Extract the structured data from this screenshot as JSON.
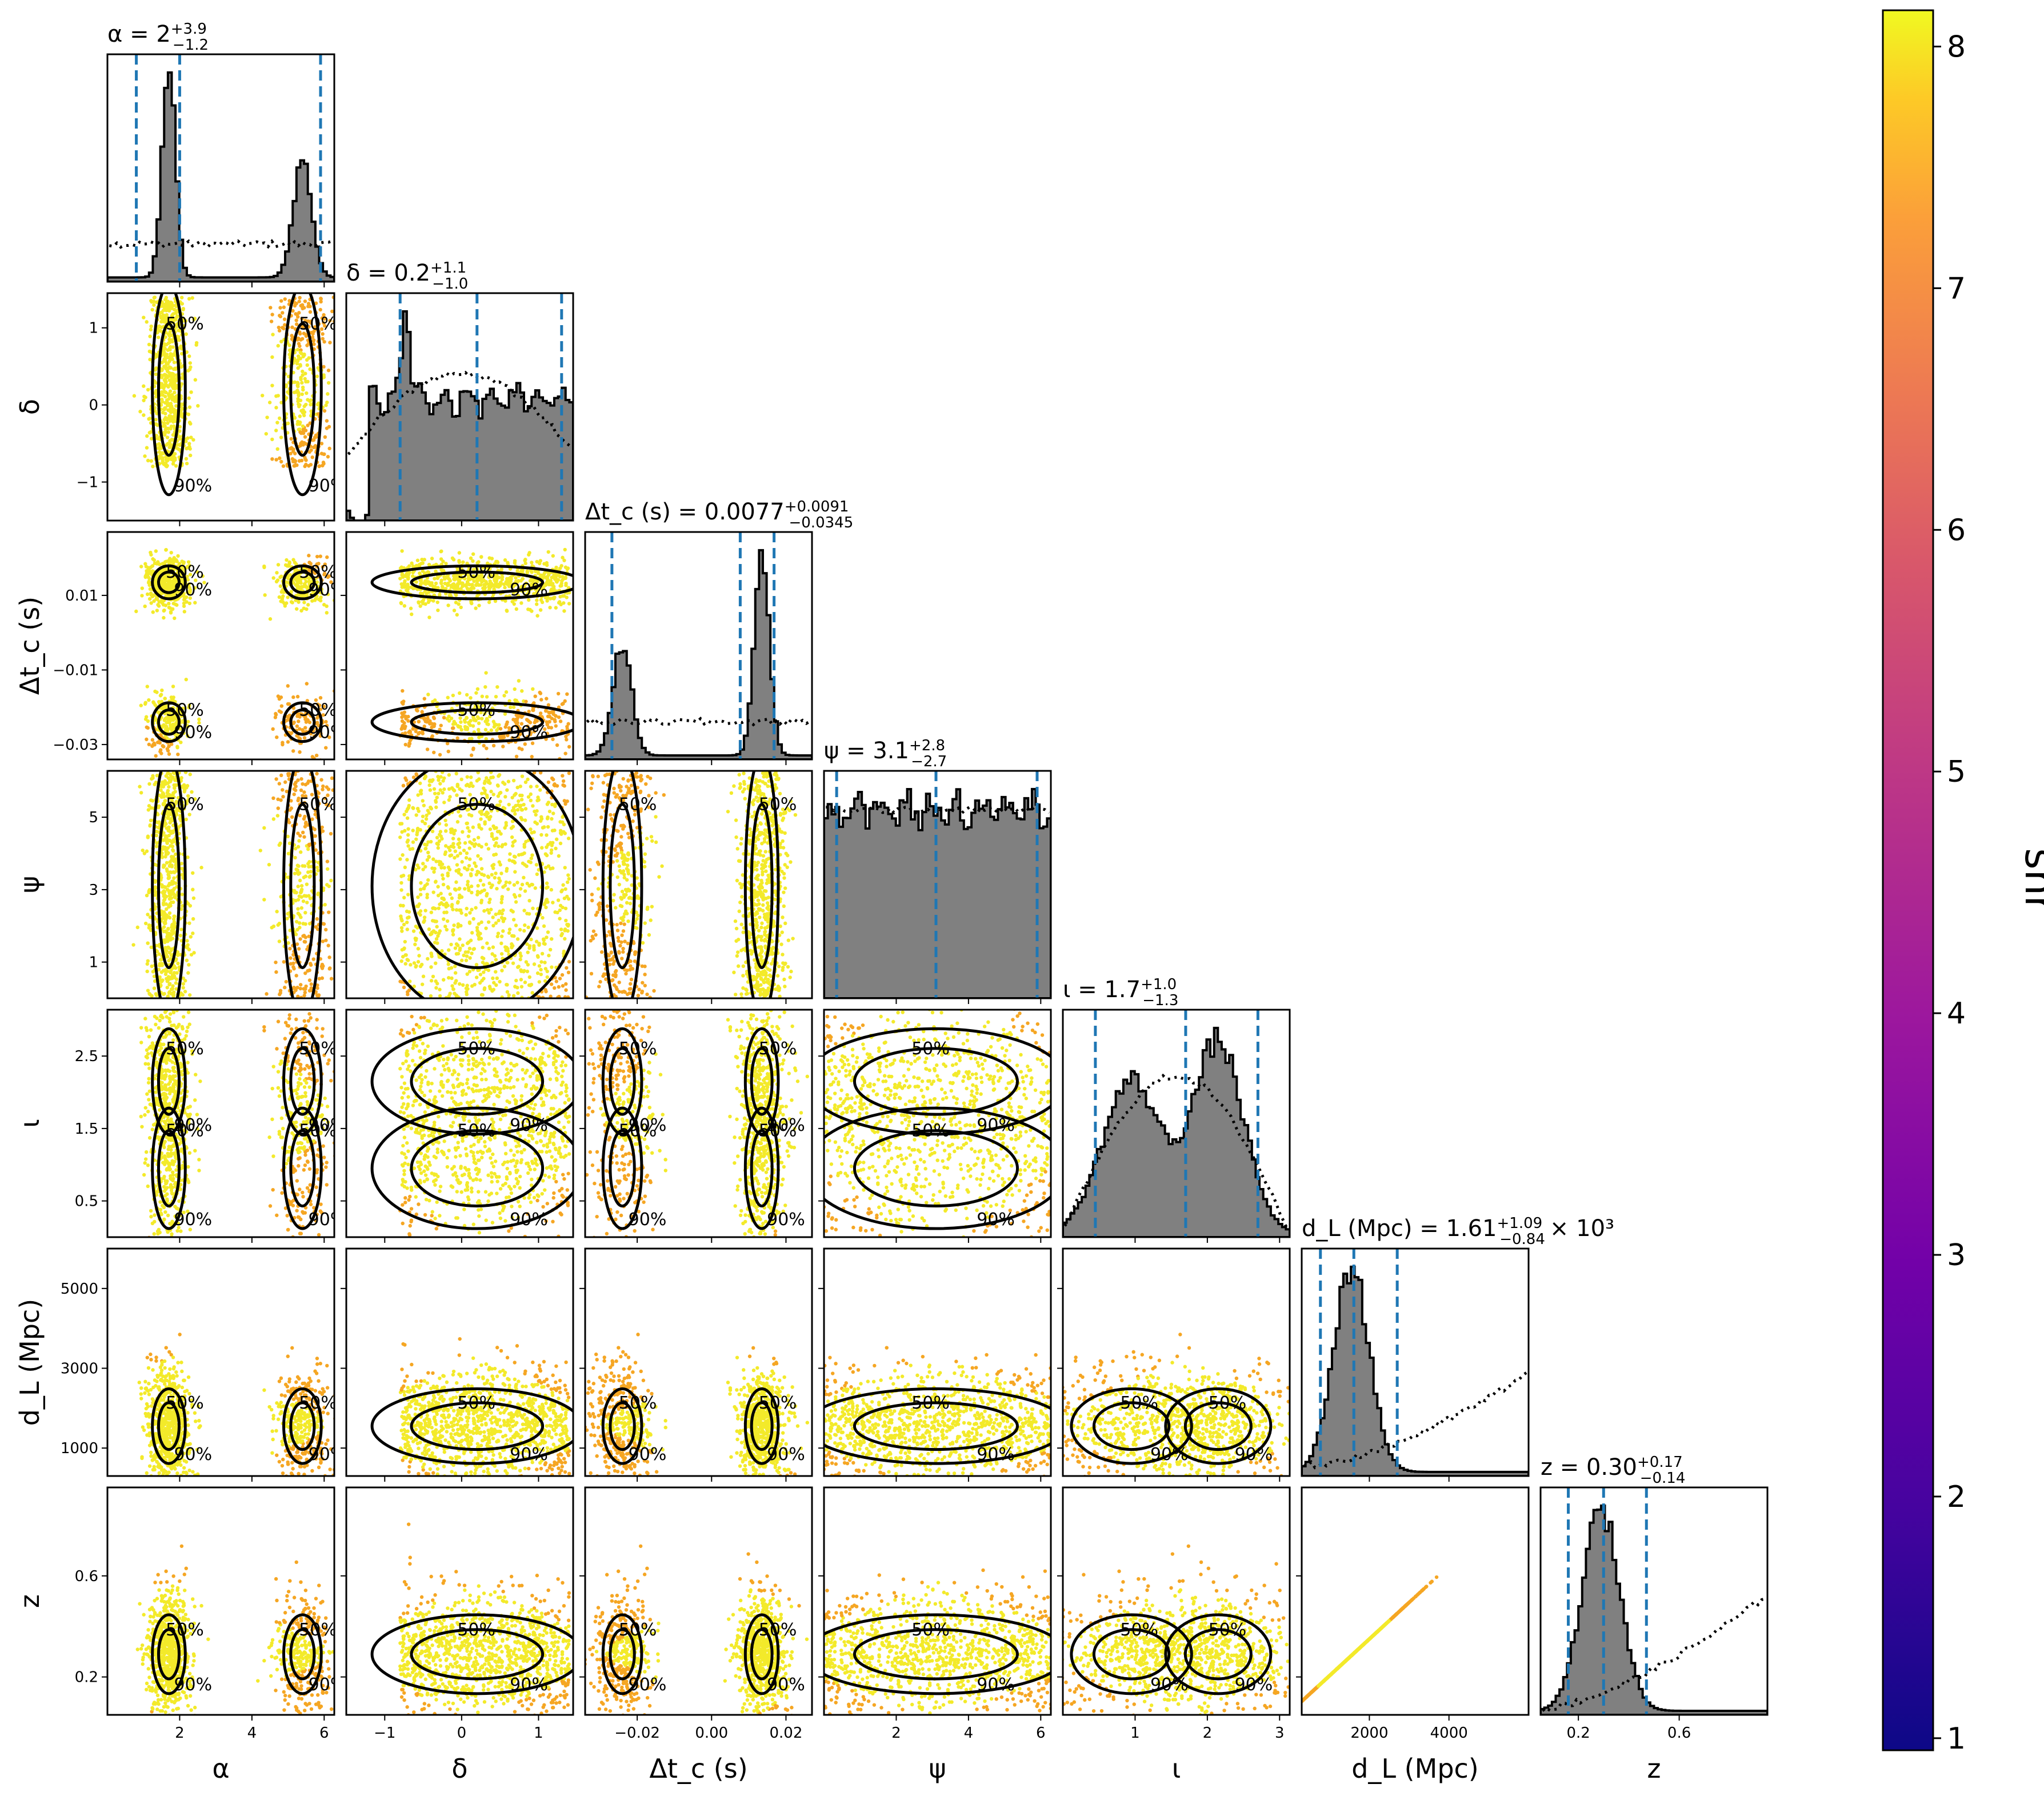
{
  "chart_data": {
    "type": "corner",
    "params": [
      {
        "id": "alpha",
        "label": "α",
        "title": "α = 2",
        "median": 2,
        "plus": "+3.9",
        "minus": "−1.2",
        "lo": 0.8,
        "hi": 5.9,
        "range": [
          0,
          6.28
        ],
        "ticks": [
          2,
          4,
          6
        ],
        "tick_labels": [
          "2",
          "4",
          "6"
        ],
        "ytick_labels": [],
        "posterior": "bimodal",
        "peaks": [
          {
            "mu": 1.7,
            "sd": 0.18,
            "w": 1.0
          },
          {
            "mu": 5.4,
            "sd": 0.25,
            "w": 0.55
          }
        ]
      },
      {
        "id": "delta",
        "label": "δ",
        "title": "δ = 0.2",
        "median": 0.2,
        "plus": "+1.1",
        "minus": "−1.0",
        "lo": -0.8,
        "hi": 1.3,
        "range": [
          -1.5,
          1.45
        ],
        "ticks": [
          -1,
          0,
          1
        ],
        "tick_labels": [
          "−1",
          "0",
          "1"
        ],
        "ytick_labels": [
          "−1",
          "0",
          "1"
        ],
        "posterior": "broad"
      },
      {
        "id": "dtc",
        "label": "Δt_c (s)",
        "title": "Δt_c (s) = 0.0077",
        "median": 0.0077,
        "plus": "+0.0091",
        "minus": "−0.0345",
        "lo": -0.0268,
        "hi": 0.0168,
        "range": [
          -0.034,
          0.027
        ],
        "ticks": [
          -0.02,
          0.0,
          0.02
        ],
        "tick_labels": [
          "−0.02",
          "0.00",
          "0.02"
        ],
        "ytick_labels": [
          "−0.03",
          "−0.01",
          "0.01"
        ],
        "yticks": [
          -0.03,
          -0.01,
          0.01
        ],
        "posterior": "bimodal",
        "peaks": [
          {
            "mu": -0.024,
            "sd": 0.0025,
            "w": 0.55
          },
          {
            "mu": 0.0135,
            "sd": 0.002,
            "w": 1.0
          }
        ]
      },
      {
        "id": "psi",
        "label": "ψ",
        "title": "ψ = 3.1",
        "median": 3.1,
        "plus": "+2.8",
        "minus": "−2.7",
        "lo": 0.35,
        "hi": 5.9,
        "range": [
          0,
          6.28
        ],
        "ticks": [
          2,
          4,
          6
        ],
        "tick_labels": [
          "2",
          "4",
          "6"
        ],
        "ytick_labels": [
          "1",
          "3",
          "5"
        ],
        "yticks": [
          1,
          3,
          5
        ],
        "posterior": "flat"
      },
      {
        "id": "iota",
        "label": "ι",
        "title": "ι = 1.7",
        "median": 1.7,
        "plus": "+1.0",
        "minus": "−1.3",
        "lo": 0.45,
        "hi": 2.7,
        "range": [
          0,
          3.14
        ],
        "ticks": [
          1,
          2,
          3
        ],
        "tick_labels": [
          "1",
          "2",
          "3"
        ],
        "ytick_labels": [
          "0.5",
          "1.5",
          "2.5"
        ],
        "yticks": [
          0.5,
          1.5,
          2.5
        ],
        "posterior": "bimodal",
        "peaks": [
          {
            "mu": 0.95,
            "sd": 0.4,
            "w": 0.8
          },
          {
            "mu": 2.15,
            "sd": 0.35,
            "w": 1.0
          }
        ]
      },
      {
        "id": "dl",
        "label": "d_L (Mpc)",
        "title": "d_L (Mpc) = 1.61",
        "median": 1610,
        "plus": "+1.09",
        "minus": "−0.84",
        "lo": 770,
        "hi": 2700,
        "range": [
          300,
          6000
        ],
        "ticks": [
          2000,
          4000
        ],
        "tick_labels": [
          "2000",
          "4000"
        ],
        "ytick_labels": [
          "1000",
          "3000",
          "5000"
        ],
        "yticks": [
          1000,
          3000,
          5000
        ],
        "posterior": "peaked",
        "peaks": [
          {
            "mu": 1550,
            "sd": 450,
            "w": 1.0
          }
        ]
      },
      {
        "id": "z",
        "label": "z",
        "title": "z = 0.30",
        "median": 0.3,
        "plus": "+0.17",
        "minus": "−0.14",
        "lo": 0.16,
        "hi": 0.47,
        "range": [
          0.05,
          0.95
        ],
        "ticks": [
          0.2,
          0.6
        ],
        "tick_labels": [
          "0.2",
          "0.6"
        ],
        "ytick_labels": [
          "0.2",
          "0.6"
        ],
        "yticks": [
          0.2,
          0.6
        ],
        "posterior": "peaked",
        "peaks": [
          {
            "mu": 0.29,
            "sd": 0.075,
            "w": 1.0
          }
        ]
      }
    ],
    "title_suffix": {
      "dl": "× 10³"
    },
    "contour_levels": [
      "50%",
      "90%"
    ],
    "colorbar": {
      "label": "snr",
      "min": 0.95,
      "max": 8.15,
      "ticks": [
        1,
        2,
        3,
        4,
        5,
        6,
        7,
        8
      ],
      "tick_labels": [
        "1",
        "2",
        "3",
        "4",
        "5",
        "6",
        "7",
        "8"
      ],
      "colormap": "plasma"
    },
    "colors": {
      "hist_fill": "#808080",
      "quantile_line": "#1f77b4",
      "scatter_main": "#f3ea2a",
      "scatter_edge": "#f5a623"
    }
  }
}
